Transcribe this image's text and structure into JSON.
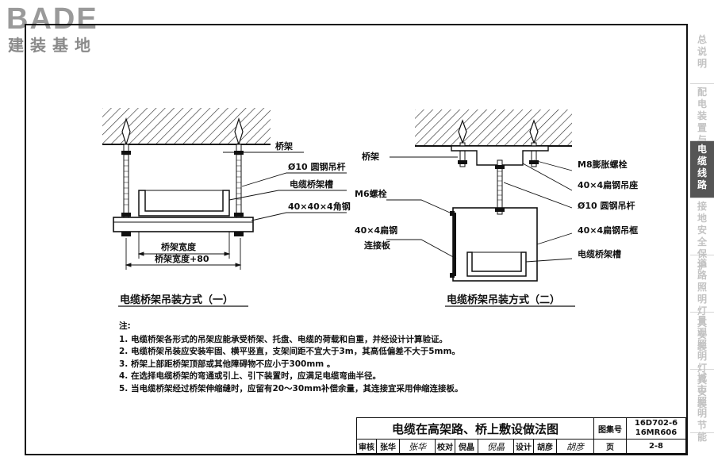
{
  "logo": {
    "latin": "BADE",
    "cn": "建装基地"
  },
  "side_tabs": [
    {
      "label": "总说明",
      "active": false
    },
    {
      "label": "配电装置与控制",
      "active": false
    },
    {
      "label": "电缆线路",
      "active": true
    },
    {
      "label": "接地安全保护",
      "active": false
    },
    {
      "label": "道路照明灯具安装",
      "active": false
    },
    {
      "label": "景观照明灯具安装",
      "active": false
    },
    {
      "label": "城市照明节能",
      "active": false
    }
  ],
  "figure1": {
    "caption": "电缆桥架吊装方式（一）",
    "labels": {
      "tray": "桥架",
      "rod": "Ø10 圆钢吊杆",
      "cable_tray": "电缆桥架槽",
      "angle_steel": "40×40×4角钢",
      "width": "桥架宽度",
      "width_plus": "桥架宽度+80"
    }
  },
  "figure2": {
    "caption": "电缆桥架吊装方式（二）",
    "labels": {
      "tray": "桥架",
      "bolt_m8": "M8膨胀螺栓",
      "base": "40×4扁钢吊座",
      "rod": "Ø10 圆钢吊杆",
      "bolt_m6": "M6螺栓",
      "plate_1": "40×4扁钢",
      "plate_2": "连接板",
      "frame": "40×4扁钢吊框",
      "cable_tray": "电缆桥架槽"
    }
  },
  "notes": {
    "title": "注:",
    "items": [
      "1.  电缆桥架各形式的吊架应能承受桥架、托盘、电缆的荷载和自重，并经设计计算验证。",
      "2.  电缆桥架吊装应安装牢固、横平竖直，支架间距不宜大于3m，其高低偏差不大于5mm。",
      "3.  桥架上部距桥架顶部或其他障碍物不应小于300mm 。",
      "4.  在选择电缆桥架的弯通或引上、引下装置时，应满足电缆弯曲半径。",
      "5.  当电缆桥架经过桥架伸缩缝时，应留有20～30mm补偿余量，其连接宜采用伸缩连接板。"
    ]
  },
  "title_block": {
    "title": "电缆在高架路、桥上敷设做法图",
    "atlas_label": "图集号",
    "atlas_no_1": "16D702-6",
    "atlas_no_2": "16MR606",
    "review_label": "审核",
    "reviewer": "张华",
    "reviewer_sig": "张华",
    "check_label": "校对",
    "checker": "倪晶",
    "checker_sig": "倪晶",
    "design_label": "设计",
    "designer": "胡彦",
    "designer_sig": "胡彦",
    "page_label": "页",
    "page_no": "2-8"
  }
}
